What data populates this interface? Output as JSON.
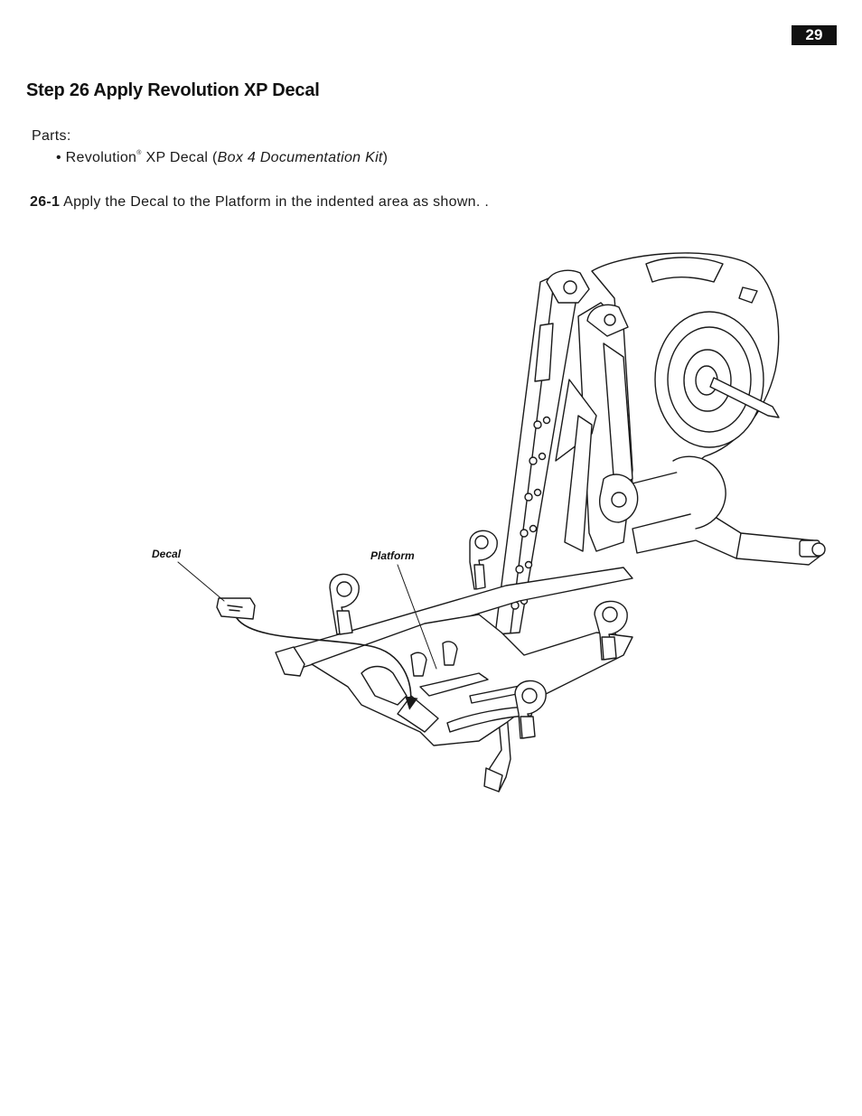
{
  "page": {
    "number": "29"
  },
  "step": {
    "title": "Step 26  Apply Revolution XP Decal"
  },
  "parts": {
    "label": "Parts:",
    "items": [
      {
        "bullet": "•",
        "name": "Revolution",
        "trademark": "®",
        "name_suffix": " XP Decal (",
        "source": "Box 4 Documentation Kit",
        "close": ")"
      }
    ]
  },
  "instruction": {
    "number": "26-1",
    "text": " Apply the Decal to the Platform in the indented area as shown. ."
  },
  "diagram": {
    "callouts": {
      "decal": "Decal",
      "platform": "Platform"
    },
    "line_color": "#1a1a1a",
    "fill_color": "#ffffff"
  }
}
